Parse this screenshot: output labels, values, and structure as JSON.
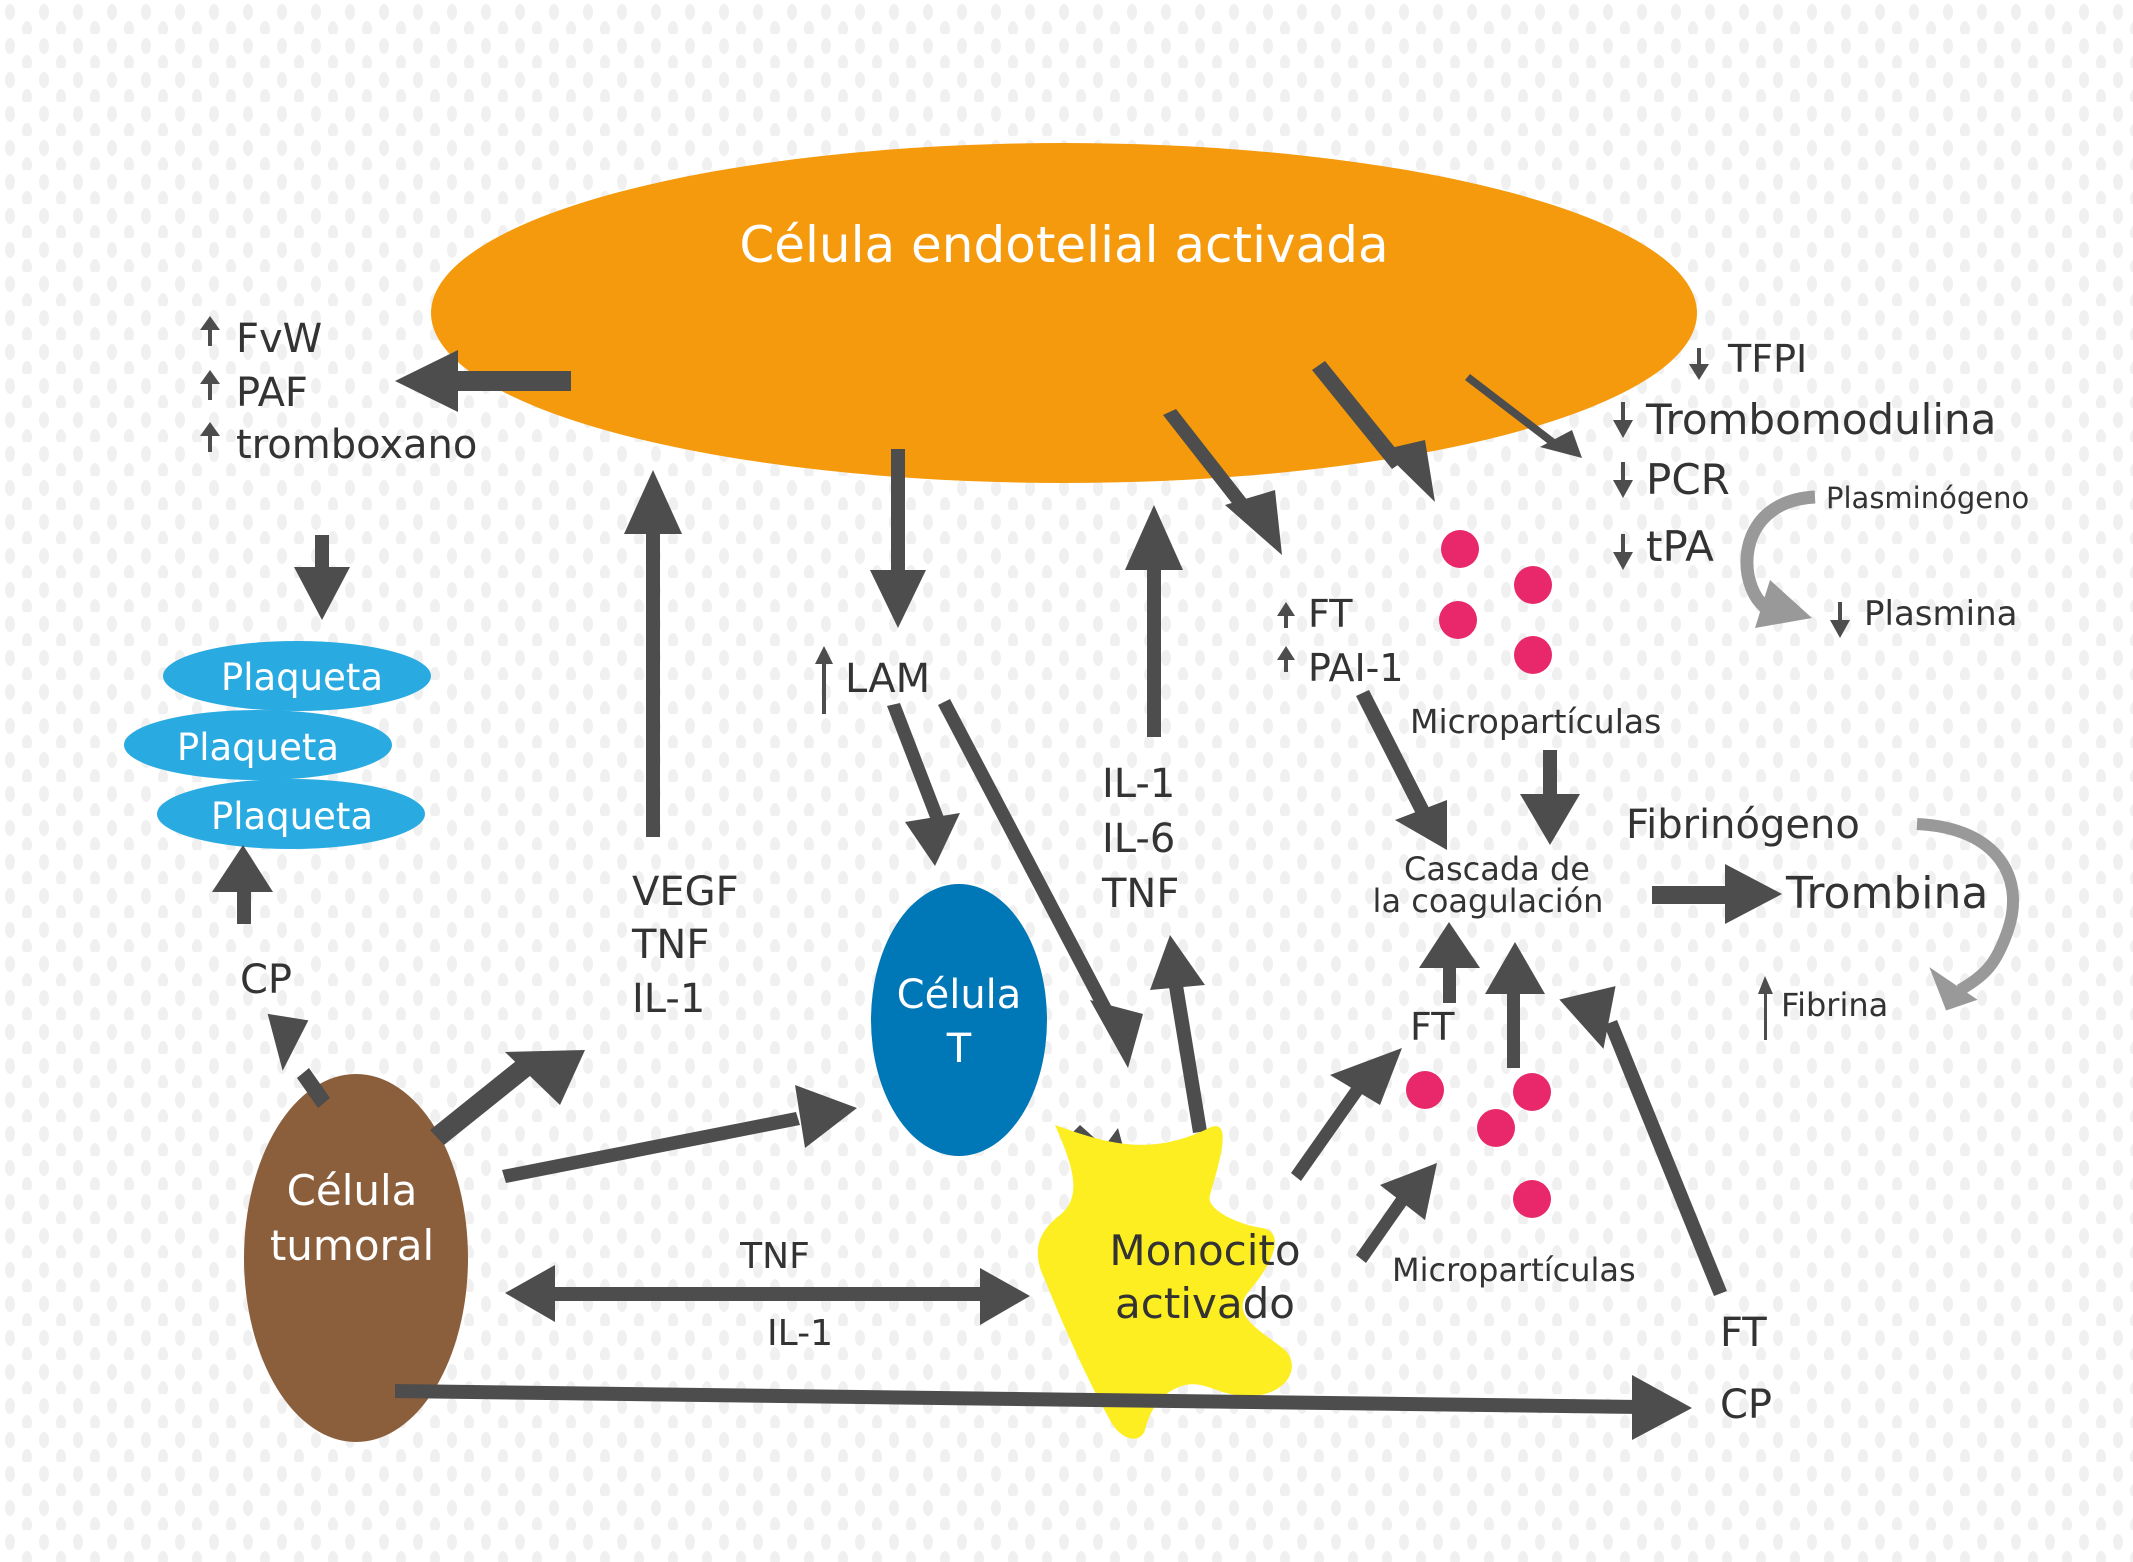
{
  "diagram": {
    "endothelial_cell": {
      "label": "Célula endotelial activada",
      "color": "#F59A0C"
    },
    "endothelial_up_factors": [
      {
        "arrow": "up",
        "label": "FvW"
      },
      {
        "arrow": "up",
        "label": "PAF"
      },
      {
        "arrow": "up",
        "label": "tromboxano"
      }
    ],
    "endothelial_down_factors": [
      {
        "arrow": "down",
        "label": "TFPI"
      },
      {
        "arrow": "down",
        "label": "Trombomodulina"
      },
      {
        "arrow": "down",
        "label": "PCR"
      },
      {
        "arrow": "down",
        "label": "tPA"
      }
    ],
    "plasminogen": {
      "source": "Plasminógeno",
      "target_arrow": "down",
      "target": "Plasmina"
    },
    "platelets": {
      "labels": [
        "Plaqueta",
        "Plaqueta",
        "Plaqueta"
      ],
      "color": "#29ABE2"
    },
    "cp_left": "CP",
    "tumor_cell": {
      "line1": "Célula",
      "line2": "tumoral",
      "color": "#8B5E3C"
    },
    "tumor_to_endothelial_factors": [
      "VEGF",
      "TNF",
      "IL-1"
    ],
    "lam": {
      "arrow": "up",
      "label": "LAM"
    },
    "t_cell": {
      "line1": "Célula",
      "line2": "T",
      "color": "#0077B6"
    },
    "monocyte_to_endothelial_factors": [
      "IL-1",
      "IL-6",
      "TNF"
    ],
    "endothelial_procoag": [
      {
        "arrow": "up",
        "label": "FT"
      },
      {
        "arrow": "up",
        "label": "PAI-1"
      }
    ],
    "microparticles_top": "Micropartículas",
    "microparticles_bottom": "Micropartículas",
    "microparticle_color": "#E8286B",
    "coagulation_cascade": {
      "line1": "Cascada de",
      "line2": "la coagulación"
    },
    "fibrinogen": "Fibrinógeno",
    "thrombin": "Trombina",
    "fibrin": {
      "arrow": "up",
      "label": "Fibrina"
    },
    "monocyte": {
      "line1": "Monocito",
      "line2": "activado",
      "color": "#FCEE21"
    },
    "monocyte_ft": "FT",
    "tumor_monocyte_exchange": {
      "top": "TNF",
      "bottom": "IL-1"
    },
    "tumor_direct": {
      "ft": "FT",
      "cp": "CP"
    },
    "arrow_color": "#4D4D4D",
    "curve_arrow_color": "#999999"
  }
}
